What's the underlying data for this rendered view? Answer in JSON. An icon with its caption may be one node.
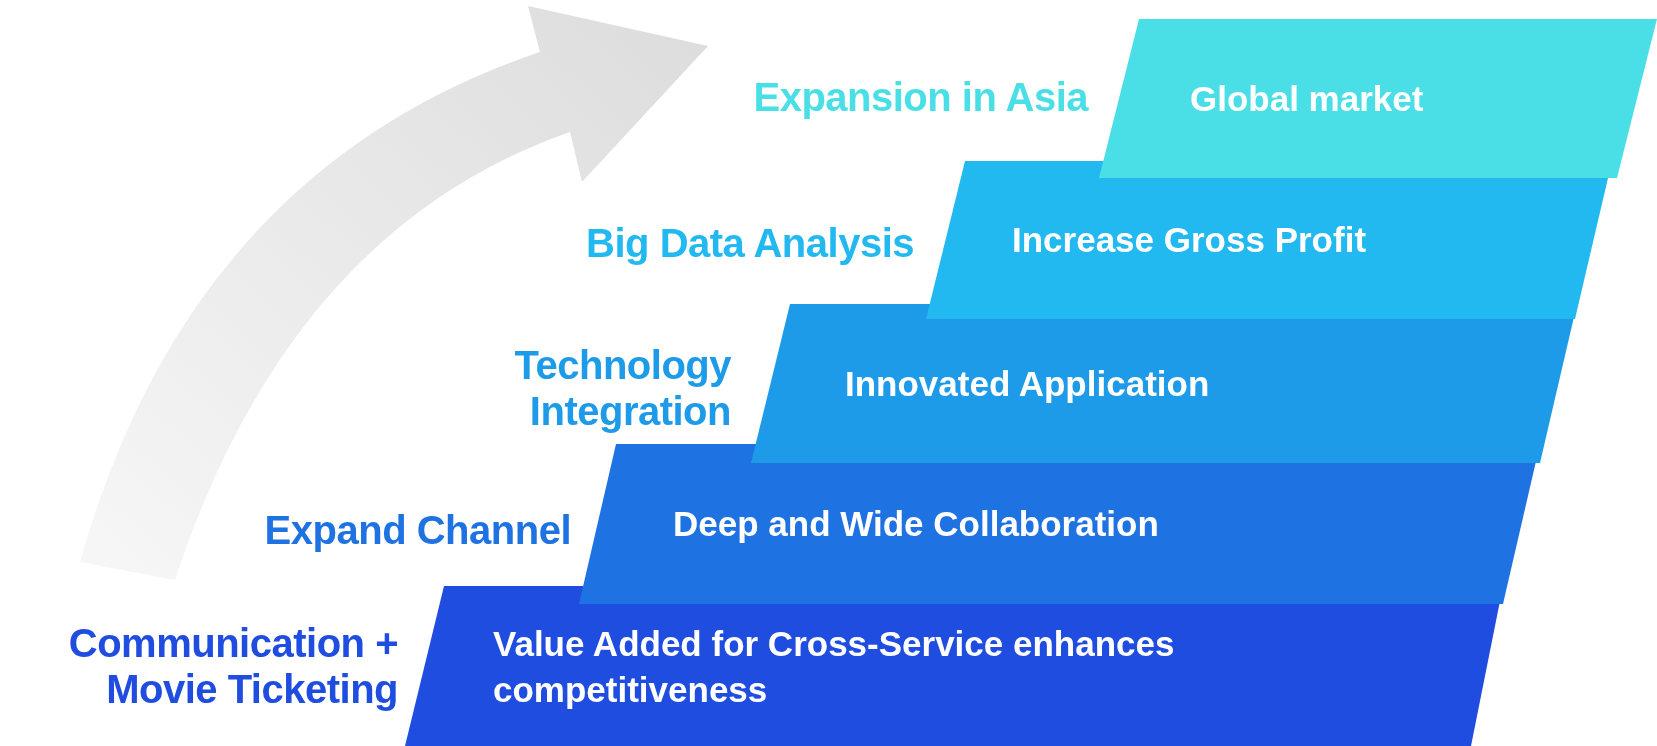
{
  "diagram": {
    "nodes": [
      {
        "text": [
          "Expansion in Asia",
          "Global market"
        ]
      },
      {
        "text": [
          "Big Data Analysis",
          "Increase Gross Profit"
        ]
      },
      {
        "text": [
          "Technology Integration",
          "Innovated Application"
        ]
      },
      {
        "text": [
          "Expand Channel",
          "Deep and Wide Collaboration"
        ]
      },
      {
        "text": [
          "Communication + Movie Ticketing",
          "Value Added for Cross-Service enhances competitiveness"
        ]
      }
    ]
  }
}
